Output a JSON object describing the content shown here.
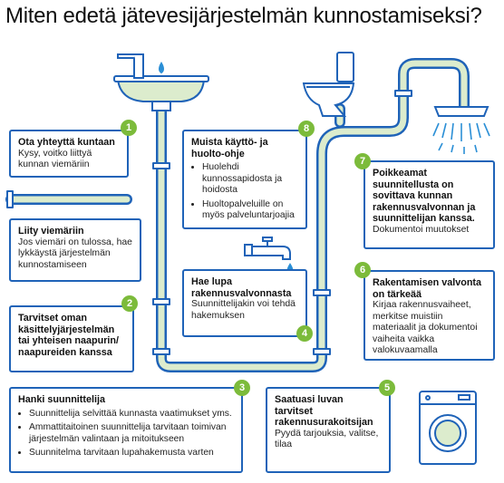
{
  "title": "Miten edetä jätevesijärjestelmän kunnostamiseksi?",
  "colors": {
    "pipe": "#1f63b8",
    "pipe_fill": "#dceccd",
    "accent": "#7cbb3b",
    "border": "#1f63b8"
  },
  "steps": {
    "s1": {
      "number": "1",
      "heading": "Ota yhteyttä kuntaan",
      "text": "Kysy, voitko liittyä kunnan viemäriin"
    },
    "s_liity": {
      "heading": "Liity viemäriin",
      "text": "Jos viemäri on tulossa, hae lykkäystä järjestelmän kunnostamiseen"
    },
    "s2": {
      "number": "2",
      "heading": "Tarvitset oman käsittelyjärjestelmän tai yhteisen naapurin/ naapureiden kanssa"
    },
    "s3": {
      "number": "3",
      "heading": "Hanki suunnittelija",
      "bullets": [
        "Suunnittelija selvittää kunnasta vaatimukset yms.",
        "Ammattitaitoinen suunnittelija tarvitaan toimivan järjestelmän valintaan ja mitoitukseen",
        "Suunnitelma tarvitaan lupahakemusta varten"
      ]
    },
    "s4": {
      "number": "4",
      "heading": "Hae lupa rakennusvalvonnasta",
      "text": "Suunnittelijakin voi tehdä hakemuksen"
    },
    "s5": {
      "number": "5",
      "heading": "Saatuasi luvan tarvitset rakennusurakoitsijan",
      "text": "Pyydä tarjouksia, valitse, tilaa"
    },
    "s6": {
      "number": "6",
      "heading": "Rakentamisen valvonta on tärkeää",
      "text": "Kirjaa rakennusvaiheet, merkitse muistiin materiaalit ja dokumentoi vaiheita vaikka valokuvaamalla"
    },
    "s7": {
      "number": "7",
      "heading": "Poikkeamat suunnitellusta on sovittava kunnan rakennusvalvonnan ja suunnittelijan kanssa.",
      "text": "Dokumentoi muutokset"
    },
    "s8": {
      "number": "8",
      "heading": "Muista käyttö- ja huolto-ohje",
      "bullets": [
        "Huolehdi kunnossapidosta ja hoidosta",
        "Huoltopalveluille on myös palveluntarjoajia"
      ]
    }
  },
  "icons": [
    "sink-icon",
    "faucet-icon",
    "toilet-icon",
    "shower-icon",
    "washing-machine-icon"
  ]
}
